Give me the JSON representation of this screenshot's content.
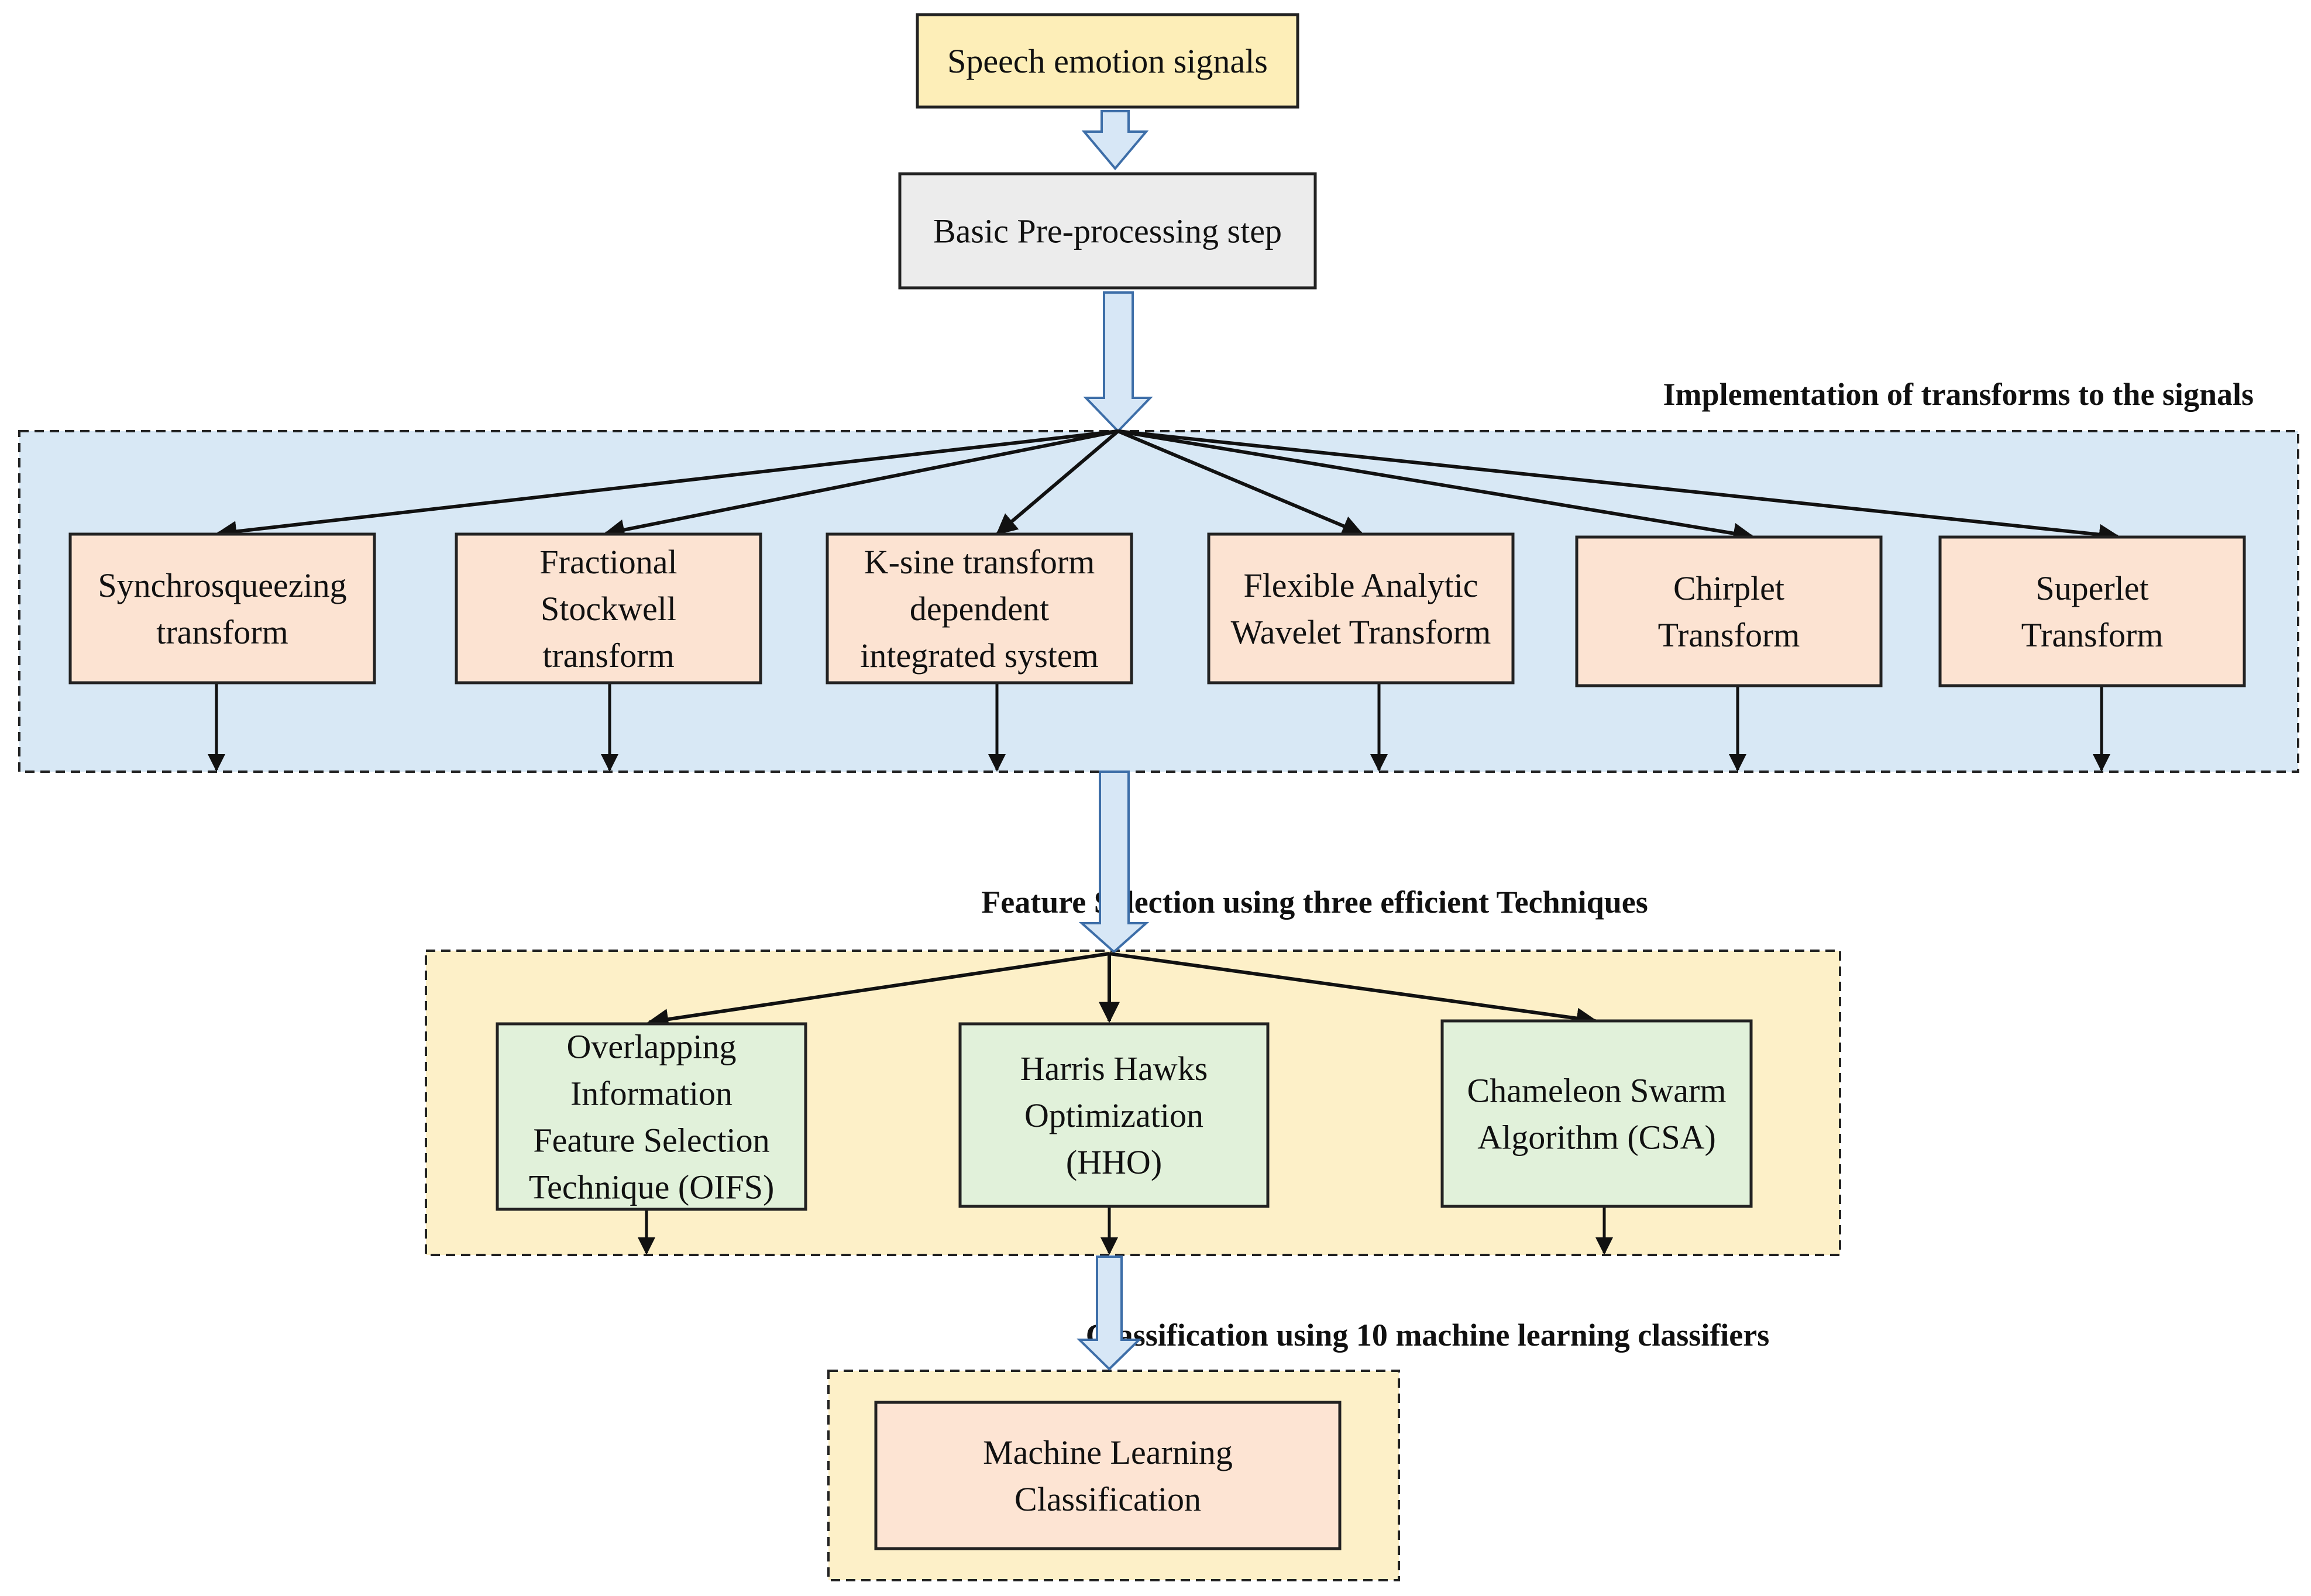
{
  "colors": {
    "input_fill": "#fdeeb8",
    "preprocess_fill": "#ececec",
    "transform_fill": "#fce3d2",
    "feature_fill": "#e1f1da",
    "classify_fill": "#fde4d3",
    "transforms_region": "#d8e8f5",
    "features_region": "#fdf0c8",
    "classify_region": "#fdf0c8",
    "big_arrow_fill": "#d7e7f6",
    "big_arrow_stroke": "#3d6ea8",
    "line": "#111111"
  },
  "nodes": {
    "input": [
      "Speech emotion signals"
    ],
    "preprocess": [
      "Basic Pre-processing step"
    ],
    "transforms": [
      [
        "Synchrosqueezing",
        "transform"
      ],
      [
        "Fractional",
        "Stockwell",
        "transform"
      ],
      [
        "K-sine transform",
        "dependent",
        "integrated system"
      ],
      [
        "Flexible Analytic",
        "Wavelet Transform"
      ],
      [
        "Chirplet",
        "Transform"
      ],
      [
        "Superlet",
        "Transform"
      ]
    ],
    "features": [
      [
        "Overlapping",
        "Information",
        "Feature Selection",
        "Technique (OIFS)"
      ],
      [
        "Harris Hawks",
        "Optimization",
        "(HHO)"
      ],
      [
        "Chameleon Swarm",
        "Algorithm (CSA)"
      ]
    ],
    "classifier": [
      "Machine Learning",
      "Classification"
    ]
  },
  "sections": {
    "transforms_title": "Implementation of transforms to the signals",
    "features_title": "Feature Selection using three efficient Techniques",
    "classification_title": "Classification using 10 machine learning classifiers"
  }
}
